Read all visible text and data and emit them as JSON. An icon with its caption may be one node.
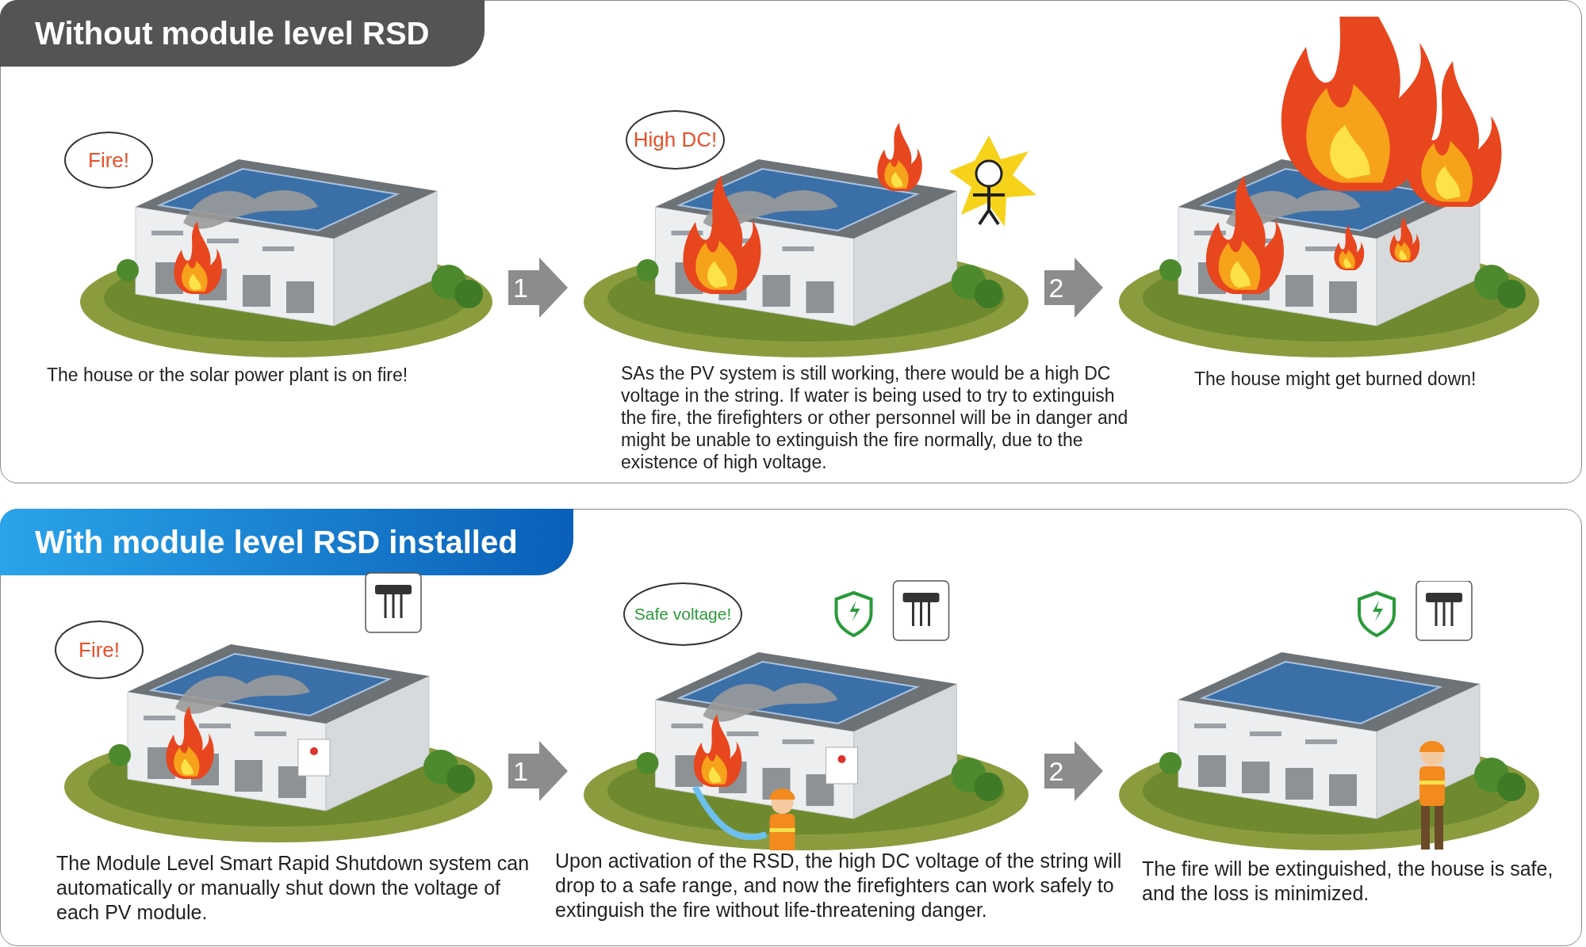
{
  "diagram": {
    "nodes": [
      {
        "text": [
          "Without module level RSD"
        ]
      },
      {
        "text": [],
        "shape": "picture",
        "in": 0,
        "beside": [
          "The house or the solar power plant is on fire!"
        ]
      },
      {
        "text": [
          "Fire!"
        ],
        "in": 0
      },
      {
        "text": [],
        "shape": "picture",
        "in": 0,
        "beside": [
          "SAs the PV system is still working, there would be a high DC voltage in the string. If water is being used to try to extinguish the fire, the firefighters or other personnel will be in danger and might be unable to extinguish the fire normally, due to the existence of high voltage."
        ]
      },
      {
        "text": [
          "High DC!"
        ],
        "in": 3
      },
      {
        "text": [],
        "shape": "picture",
        "in": 0,
        "beside": [
          "The house might get burned down!"
        ]
      },
      {
        "text": [
          "With module level RSD installed"
        ]
      },
      {
        "text": [],
        "shape": "picture",
        "in": 6,
        "beside": [
          "The Module Level Smart Rapid Shutdown system can automatically or manually shut down the voltage of each PV module."
        ]
      },
      {
        "text": [
          "Fire!"
        ],
        "in": 7
      },
      {
        "text": [],
        "shape": "picture",
        "in": 6,
        "beside": [
          "Upon activation of the RSD, the high DC voltage of the string will drop to a safe range, and now the firefighters can work safely to extinguish the fire without life-threatening danger."
        ]
      },
      {
        "text": [
          "Safe voltage!"
        ],
        "in": 9
      },
      {
        "text": [],
        "shape": "picture",
        "in": 6,
        "beside": [
          "The fire will be extinguished, the house is safe, and the loss is minimized."
        ]
      }
    ],
    "edges": [
      {
        "from": 1,
        "to": 3,
        "arrow": "to",
        "label": "1",
        "style": "thick"
      },
      {
        "from": 3,
        "to": 5,
        "arrow": "to",
        "label": "2",
        "style": "thick"
      },
      {
        "from": 7,
        "to": 9,
        "arrow": "to",
        "label": "1",
        "style": "thick"
      },
      {
        "from": 9,
        "to": 11,
        "arrow": "to",
        "label": "2",
        "style": "thick"
      }
    ]
  }
}
